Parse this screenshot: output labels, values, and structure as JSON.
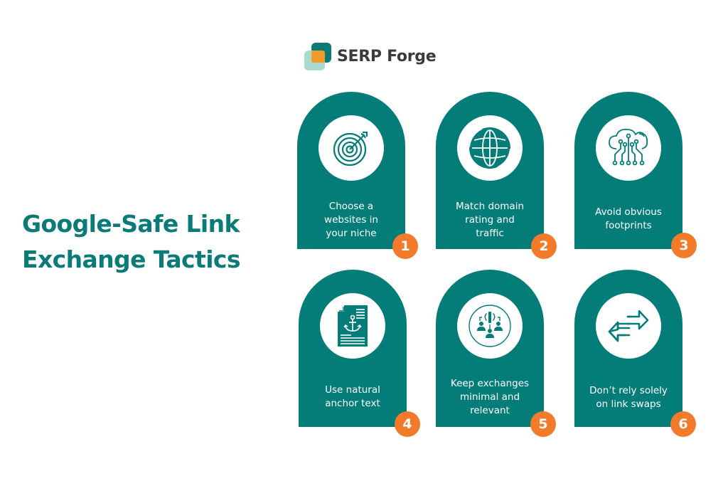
{
  "brand": {
    "name": "SERP Forge",
    "logo_icon": "overlapping-squares-logo",
    "colors": {
      "teal": "#047c78",
      "headline_teal": "#0b7b78",
      "orange": "#f37a2b",
      "logo_dark": "#0b7b74",
      "logo_light": "#a9d9cf",
      "logo_orange": "#f29a2e",
      "text_dark": "#3b3b3b"
    }
  },
  "headline": {
    "line1": "Google-Safe Link",
    "line2": "Exchange Tactics"
  },
  "tactics": [
    {
      "number": "1",
      "icon": "target-icon",
      "lines": [
        "Choose a",
        "websites in",
        "your niche"
      ]
    },
    {
      "number": "2",
      "icon": "globe-icon",
      "lines": [
        "Match domain",
        "rating and",
        "traffic"
      ]
    },
    {
      "number": "3",
      "icon": "cloud-network-icon",
      "lines": [
        "Avoid obvious",
        "footprints"
      ]
    },
    {
      "number": "4",
      "icon": "anchor-document-icon",
      "lines": [
        "Use natural",
        "anchor text"
      ]
    },
    {
      "number": "5",
      "icon": "people-network-icon",
      "lines": [
        "Keep exchanges",
        "minimal and",
        "relevant"
      ]
    },
    {
      "number": "6",
      "icon": "swap-arrows-icon",
      "lines": [
        "Don’t rely solely",
        "on link swaps"
      ]
    }
  ]
}
